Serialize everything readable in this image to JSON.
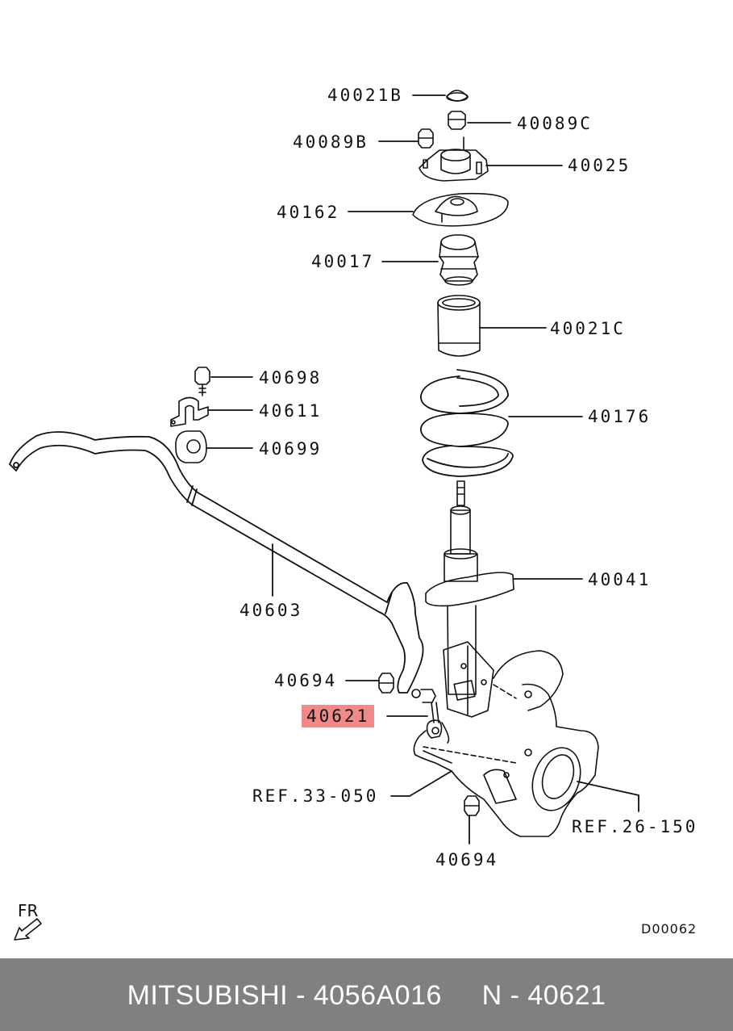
{
  "labels": {
    "p40021b": "40021B",
    "p40089c": "40089C",
    "p40089b": "40089B",
    "p40025": "40025",
    "p40162": "40162",
    "p40017": "40017",
    "p40021c": "40021C",
    "p40698": "40698",
    "p40611": "40611",
    "p40176": "40176",
    "p40699": "40699",
    "p40041": "40041",
    "p40603": "40603",
    "p40694_top": "40694",
    "p40621": "40621",
    "ref33": "REF.33-050",
    "ref26": "REF.26-150",
    "p40694_bottom": "40694"
  },
  "highlighted_part": "40621",
  "highlight_color": "#f08a8a",
  "direction_label": "FR",
  "diagram_code": "D00062",
  "footer": {
    "text": "MITSUBISHI - 4056A016     N - 40621",
    "background": "#808080"
  }
}
